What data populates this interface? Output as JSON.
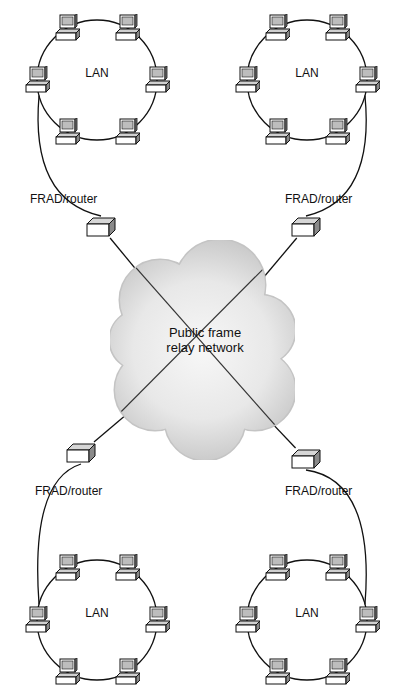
{
  "diagram": {
    "nodes": [
      {
        "text": [
          "LAN"
        ]
      },
      {
        "text": [
          "LAN"
        ]
      },
      {
        "text": [
          "FRAD/router"
        ]
      },
      {
        "text": [
          "FRAD/router"
        ]
      },
      {
        "text": [
          "Public frame relay network"
        ]
      },
      {
        "text": [
          "FRAD/router"
        ]
      },
      {
        "text": [
          "FRAD/router"
        ]
      },
      {
        "text": [
          "LAN"
        ]
      },
      {
        "text": [
          "LAN"
        ]
      }
    ],
    "edges": [
      {
        "from": 0,
        "to": 2,
        "arrow": "none"
      },
      {
        "from": 1,
        "to": 3,
        "arrow": "none"
      },
      {
        "from": 2,
        "to": 4,
        "arrow": "none"
      },
      {
        "from": 3,
        "to": 4,
        "arrow": "none"
      },
      {
        "from": 5,
        "to": 4,
        "arrow": "none"
      },
      {
        "from": 6,
        "to": 4,
        "arrow": "none"
      },
      {
        "from": 7,
        "to": 5,
        "arrow": "none"
      },
      {
        "from": 8,
        "to": 6,
        "arrow": "none"
      }
    ]
  }
}
